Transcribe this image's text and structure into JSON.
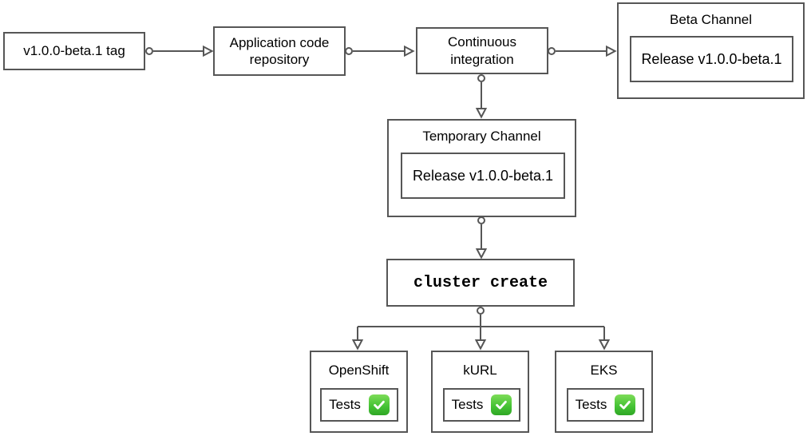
{
  "diagram": {
    "type": "flowchart",
    "nodes": {
      "tag": {
        "label": "v1.0.0-beta.1 tag"
      },
      "repo": {
        "label": "Application code repository"
      },
      "ci": {
        "label": "Continuous integration"
      },
      "beta_channel": {
        "title": "Beta Channel",
        "release_label": "Release v1.0.0-beta.1"
      },
      "temporary_channel": {
        "title": "Temporary Channel",
        "release_label": "Release v1.0.0-beta.1"
      },
      "cluster_create": {
        "label": "cluster create"
      },
      "clusters": [
        {
          "title": "OpenShift",
          "tests_label": "Tests",
          "status_icon": "check-mark-button"
        },
        {
          "title": "kURL",
          "tests_label": "Tests",
          "status_icon": "check-mark-button"
        },
        {
          "title": "EKS",
          "tests_label": "Tests",
          "status_icon": "check-mark-button"
        }
      ]
    },
    "edges": [
      {
        "from": "tag",
        "to": "repo"
      },
      {
        "from": "repo",
        "to": "ci"
      },
      {
        "from": "ci",
        "to": "beta_channel"
      },
      {
        "from": "ci",
        "to": "temporary_channel"
      },
      {
        "from": "temporary_channel",
        "to": "cluster_create"
      },
      {
        "from": "cluster_create",
        "to": "openshift"
      },
      {
        "from": "cluster_create",
        "to": "kurl"
      },
      {
        "from": "cluster_create",
        "to": "eks"
      }
    ],
    "colors": {
      "border": "#565656",
      "background": "#ffffff",
      "text": "#000000",
      "check_green_top": "#7ddc58",
      "check_green_bottom": "#2fa725",
      "check_mark": "#ffffff"
    }
  }
}
